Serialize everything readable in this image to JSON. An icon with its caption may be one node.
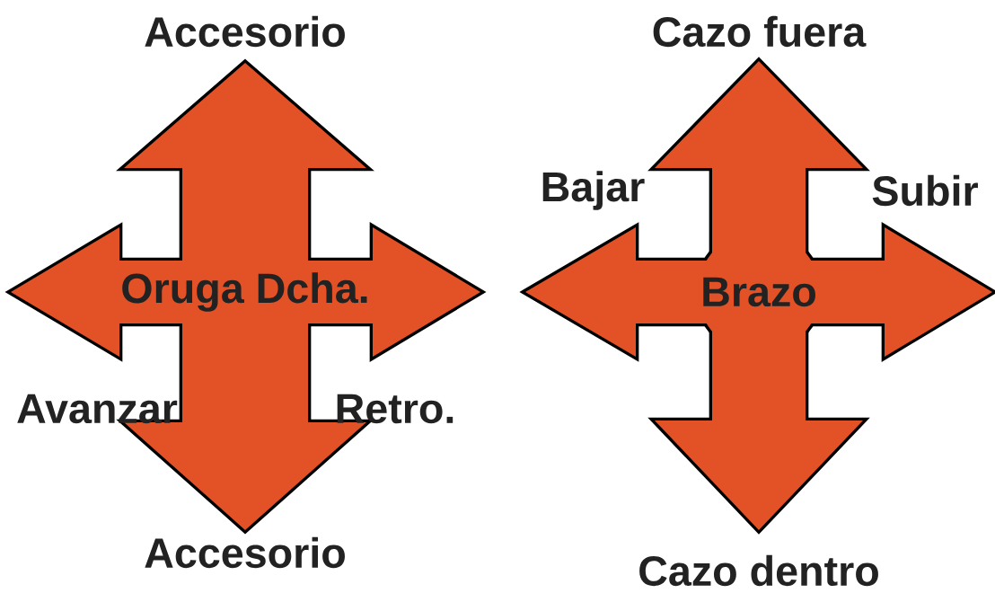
{
  "diagram": {
    "nodes": [
      {
        "text": [
          "Oruga Dcha."
        ]
      },
      {
        "text": [
          "Brazo"
        ]
      }
    ],
    "labels": [
      "Accesorio",
      "Cazo fuera",
      "Bajar",
      "Subir",
      "Avanzar",
      "Retro.",
      "Accesorio",
      "Cazo dentro"
    ]
  }
}
